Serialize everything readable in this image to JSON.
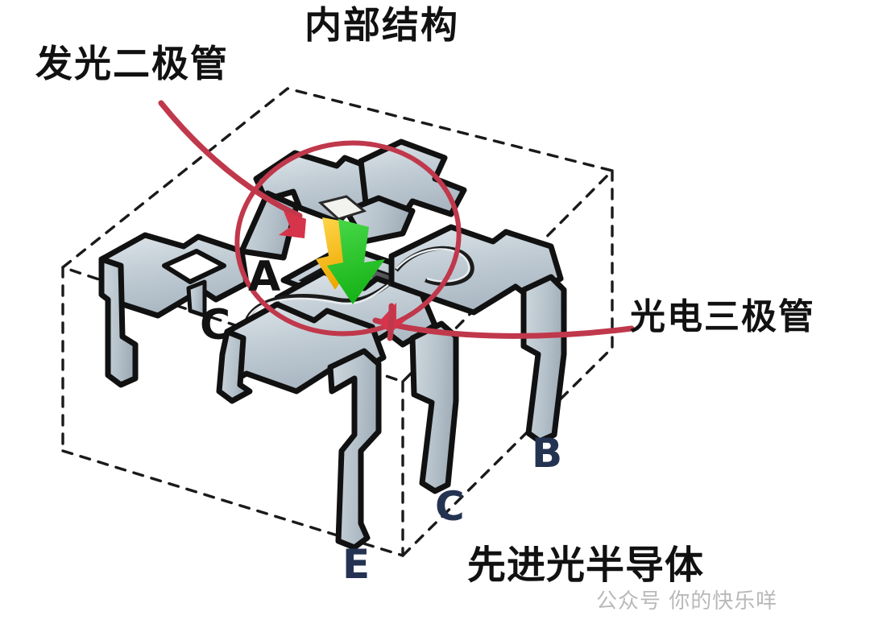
{
  "page": {
    "title": "内部结构",
    "background_color": "#ffffff"
  },
  "annotations": {
    "led_label": "发光二极管",
    "phototransistor_label": "光电三极管",
    "brand": "先进光半导体",
    "watermark": "公众号 你的快乐咩"
  },
  "pins": {
    "anode": "A",
    "cathode_top": "C",
    "emitter": "E",
    "collector": "C",
    "base": "B"
  },
  "colors": {
    "leadframe_fill": "#c3ced6",
    "leadframe_outline": "#111111",
    "annotation_red": "#c0384b",
    "light_arrow_green": "#2dc62d",
    "light_arrow_yellow": "#f0b400",
    "package_outline_dashed": "#1a1a1a",
    "pin_label_dark": "#121212",
    "pin_label_navy": "#243352",
    "watermark_gray": "#b9b9b9"
  }
}
